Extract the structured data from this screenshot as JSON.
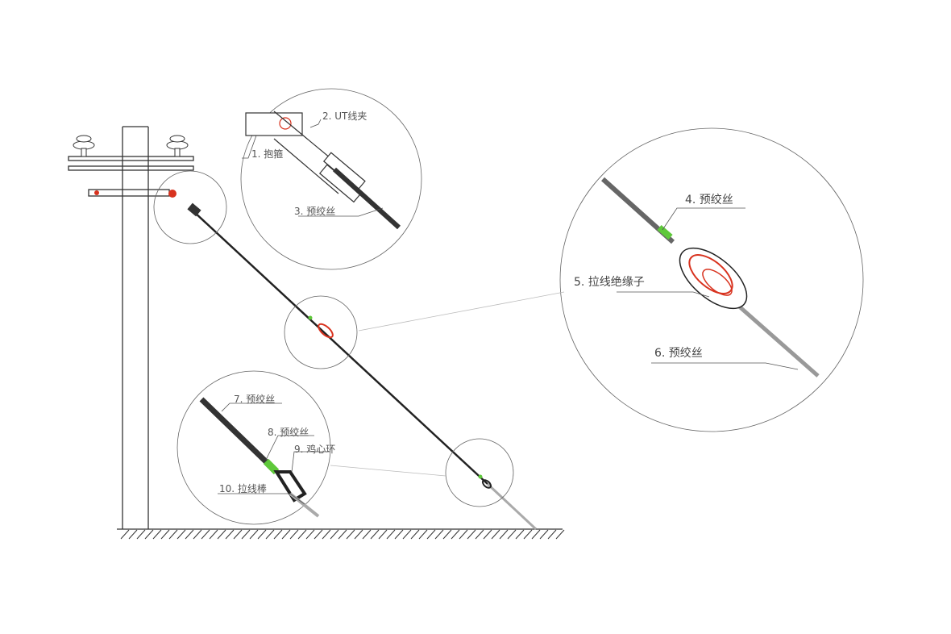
{
  "labels": {
    "l1": "1. 抱箍",
    "l2": "2. UT线夹",
    "l3": "3. 预绞丝",
    "l4": "4. 预绞丝",
    "l5": "5. 拉线绝缘子",
    "l6": "6. 预绞丝",
    "l7": "7. 预绞丝",
    "l8": "8. 预绞丝",
    "l9": "9. 鸡心环",
    "l10": "10. 拉线棒"
  },
  "colors": {
    "line": "#222222",
    "accent_green": "#5ec83a",
    "accent_red": "#d8321e"
  }
}
